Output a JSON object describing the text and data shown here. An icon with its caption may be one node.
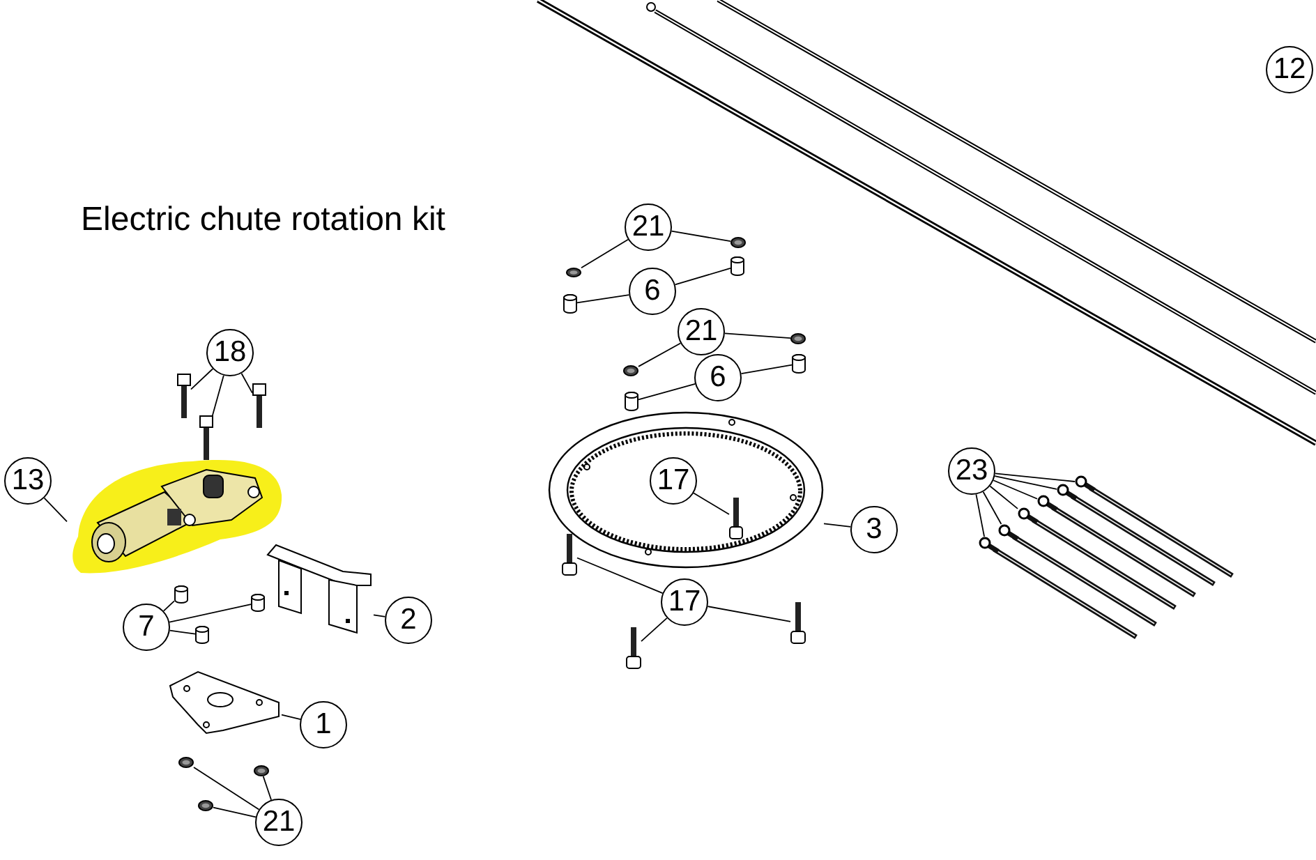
{
  "diagram": {
    "title": "Electric chute rotation kit",
    "nodes": [
      {
        "text": [
          "12"
        ]
      },
      {
        "text": [
          "21"
        ]
      },
      {
        "text": [],
        "shape": "picture"
      },
      {
        "text": [],
        "shape": "picture"
      },
      {
        "text": [
          "6"
        ]
      },
      {
        "text": [],
        "shape": "picture"
      },
      {
        "text": [],
        "shape": "picture"
      },
      {
        "text": [
          "21"
        ]
      },
      {
        "text": [],
        "shape": "picture"
      },
      {
        "text": [],
        "shape": "picture"
      },
      {
        "text": [
          "6"
        ]
      },
      {
        "text": [],
        "shape": "picture"
      },
      {
        "text": [],
        "shape": "picture"
      },
      {
        "text": [
          "18"
        ]
      },
      {
        "text": [],
        "shape": "picture"
      },
      {
        "text": [],
        "shape": "picture"
      },
      {
        "text": [],
        "shape": "picture"
      },
      {
        "text": [
          "23"
        ]
      },
      {
        "text": [],
        "shape": "picture"
      },
      {
        "text": [],
        "shape": "picture"
      },
      {
        "text": [],
        "shape": "picture"
      },
      {
        "text": [],
        "shape": "picture"
      },
      {
        "text": [],
        "shape": "picture"
      },
      {
        "text": [],
        "shape": "picture"
      },
      {
        "text": [
          "3"
        ]
      },
      {
        "text": [],
        "shape": "picture"
      },
      {
        "text": [
          "17"
        ],
        "in": 25
      },
      {
        "text": [],
        "shape": "picture",
        "in": 25
      },
      {
        "text": [
          "13"
        ]
      },
      {
        "text": [],
        "shape": "picture"
      },
      {
        "text": [
          "17"
        ]
      },
      {
        "text": [],
        "shape": "picture"
      },
      {
        "text": [],
        "shape": "picture"
      },
      {
        "text": [],
        "shape": "picture"
      },
      {
        "text": [
          "2"
        ]
      },
      {
        "text": [],
        "shape": "picture"
      },
      {
        "text": [
          "7"
        ]
      },
      {
        "text": [],
        "shape": "picture"
      },
      {
        "text": [],
        "shape": "picture"
      },
      {
        "text": [],
        "shape": "picture"
      },
      {
        "text": [
          "1"
        ]
      },
      {
        "text": [],
        "shape": "picture"
      },
      {
        "text": [
          "21"
        ]
      },
      {
        "text": [],
        "shape": "picture"
      },
      {
        "text": [],
        "shape": "picture"
      },
      {
        "text": [],
        "shape": "picture"
      }
    ],
    "edges": [
      {
        "from": 1,
        "to": 2,
        "arrow": "none"
      },
      {
        "from": 1,
        "to": 3,
        "arrow": "none"
      },
      {
        "from": 4,
        "to": 5,
        "arrow": "none"
      },
      {
        "from": 4,
        "to": 6,
        "arrow": "none"
      },
      {
        "from": 7,
        "to": 8,
        "arrow": "none"
      },
      {
        "from": 7,
        "to": 9,
        "arrow": "none"
      },
      {
        "from": 10,
        "to": 11,
        "arrow": "none"
      },
      {
        "from": 10,
        "to": 12,
        "arrow": "none"
      },
      {
        "from": 13,
        "to": 14,
        "arrow": "none"
      },
      {
        "from": 13,
        "to": 15,
        "arrow": "none"
      },
      {
        "from": 13,
        "to": 16,
        "arrow": "none"
      },
      {
        "from": 17,
        "to": 18,
        "arrow": "none"
      },
      {
        "from": 17,
        "to": 19,
        "arrow": "none"
      },
      {
        "from": 17,
        "to": 20,
        "arrow": "none"
      },
      {
        "from": 17,
        "to": 21,
        "arrow": "none"
      },
      {
        "from": 17,
        "to": 22,
        "arrow": "none"
      },
      {
        "from": 17,
        "to": 23,
        "arrow": "none"
      },
      {
        "from": 24,
        "to": 25,
        "arrow": "none"
      },
      {
        "from": 26,
        "to": 27,
        "arrow": "none"
      },
      {
        "from": 28,
        "to": 29,
        "arrow": "none"
      },
      {
        "from": 30,
        "to": 31,
        "arrow": "none"
      },
      {
        "from": 30,
        "to": 32,
        "arrow": "none"
      },
      {
        "from": 30,
        "to": 33,
        "arrow": "none"
      },
      {
        "from": 34,
        "to": 35,
        "arrow": "none"
      },
      {
        "from": 36,
        "to": 37,
        "arrow": "none"
      },
      {
        "from": 36,
        "to": 38,
        "arrow": "none"
      },
      {
        "from": 36,
        "to": 39,
        "arrow": "none"
      },
      {
        "from": 40,
        "to": 41,
        "arrow": "none"
      },
      {
        "from": 42,
        "to": 43,
        "arrow": "none"
      },
      {
        "from": 42,
        "to": 44,
        "arrow": "none"
      },
      {
        "from": 42,
        "to": 45,
        "arrow": "none"
      }
    ]
  }
}
